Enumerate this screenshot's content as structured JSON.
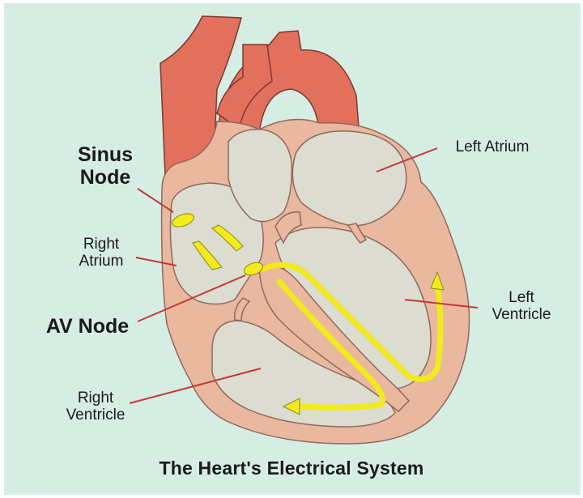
{
  "colors": {
    "background": "#d6ede3",
    "tissue": "#e9b89f",
    "tissue_outline": "#8f6a5c",
    "chamber": "#dcdcd0",
    "vessel": "#e3705d",
    "vessel_outline": "#7a3a30",
    "conduction": "#f2ea1c",
    "conduction_outline": "#8a8a10",
    "leader_line": "#c23a3a"
  },
  "labels": {
    "sinus_node_line1": "Sinus",
    "sinus_node_line2": "Node",
    "right_atrium_line1": "Right",
    "right_atrium_line2": "Atrium",
    "av_node": "AV Node",
    "left_atrium": "Left Atrium",
    "left_ventricle_line1": "Left",
    "left_ventricle_line2": "Ventricle",
    "right_ventricle_line1": "Right",
    "right_ventricle_line2": "Ventricle"
  },
  "title": "The Heart's Electrical System"
}
